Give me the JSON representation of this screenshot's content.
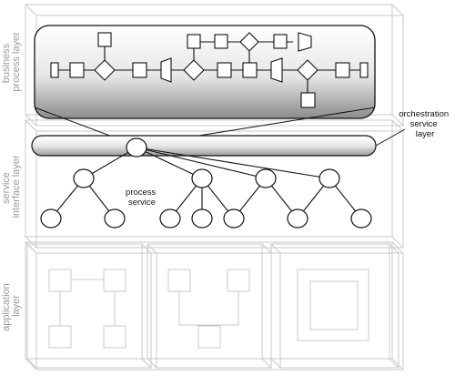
{
  "layers": {
    "business": {
      "label_line1": "business",
      "label_line2": "process layer"
    },
    "service": {
      "label_line1": "service",
      "label_line2": "interface layer"
    },
    "application": {
      "label_line1": "application",
      "label_line2": "layer"
    }
  },
  "annotations": {
    "process_service": {
      "line1": "process",
      "line2": "service"
    },
    "orchestration": {
      "line1": "orchestration",
      "line2": "service",
      "line3": "layer"
    }
  },
  "colors": {
    "box_stroke": "#c8c8c8",
    "shape_stroke": "#111111",
    "layer_label": "#9a9a9a",
    "gradient_light": "#ffffff",
    "gradient_dark": "#8c8c8c"
  }
}
